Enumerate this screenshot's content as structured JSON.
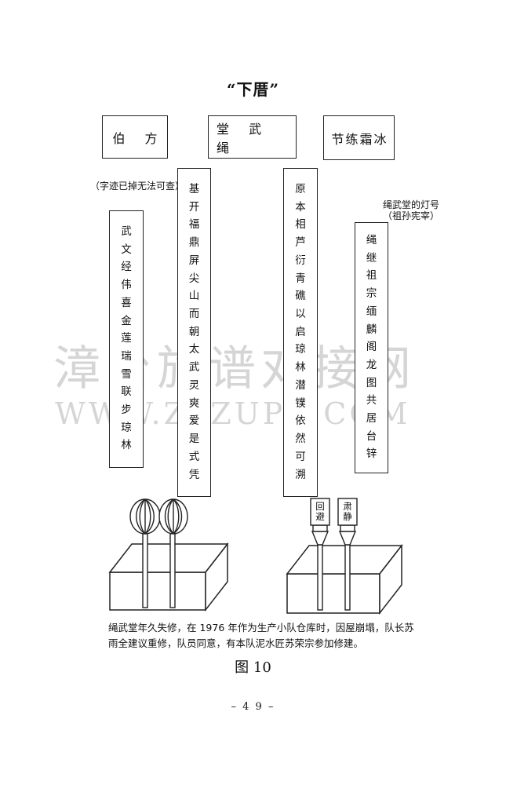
{
  "title": "“下厝”",
  "header_boxes": {
    "left": "伯 方",
    "center": "堂 武 绳",
    "right": "节练霜冰"
  },
  "notes": {
    "left": "（字迹已掉无法可查）",
    "right_line1": "绳武堂的灯号",
    "right_line2": "（祖孙宪宰）"
  },
  "columns": {
    "col1": [
      "武",
      "文",
      "经",
      "伟",
      "喜",
      "金",
      "莲",
      "瑞",
      "雪",
      "联",
      "步",
      "琼",
      "林"
    ],
    "col2": [
      "基",
      "开",
      "福",
      "鼎",
      "屏",
      "尖",
      "山",
      "而",
      "朝",
      "太",
      "武",
      "灵",
      "爽",
      "爱",
      "是",
      "式",
      "凭"
    ],
    "col3": [
      "原",
      "本",
      "相",
      "芦",
      "衍",
      "青",
      "礁",
      "以",
      "启",
      "琼",
      "林",
      "潜",
      "镤",
      "依",
      "然",
      "可",
      "溯"
    ],
    "col4": [
      "绳",
      "继",
      "祖",
      "宗",
      "缅",
      "麟",
      "阁",
      "龙",
      "图",
      "共",
      "居",
      "台",
      "锌"
    ]
  },
  "lamps": {
    "label1": [
      "回",
      "避"
    ],
    "label2": [
      "肃",
      "静"
    ]
  },
  "watermark": {
    "line1": "漳台族谱对接网",
    "line2": "WWW.ZTZUPU.COM"
  },
  "caption": "绳武堂年久失修，在 1976 年作为生产小队仓库时，因屋崩塌，队长苏雨全建议重修，队员同意，有本队泥水匠苏荣宗参加修建。",
  "figure_label": "图 10",
  "page_number": "– 4 9 –"
}
